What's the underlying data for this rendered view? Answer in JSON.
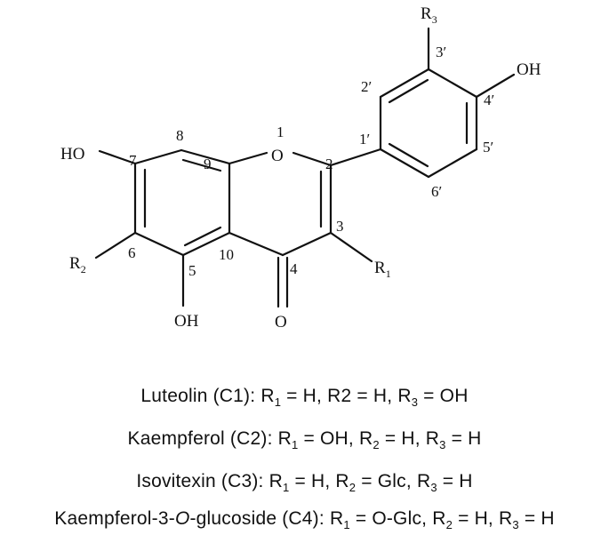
{
  "structure": {
    "atoms": {
      "ho_7": "HO",
      "o_1": "O",
      "oh_5": "OH",
      "o_4": "O",
      "oh_4p": "OH",
      "r_letter": "R",
      "r1_sub": "1",
      "r2_sub": "2",
      "r3_sub": "3"
    },
    "positions": {
      "p1": "1",
      "p2": "2",
      "p3": "3",
      "p4": "4",
      "p5": "5",
      "p6": "6",
      "p7": "7",
      "p8": "8",
      "p9": "9",
      "p10": "10",
      "p1p": "1′",
      "p2p": "2′",
      "p3p": "3′",
      "p4p": "4′",
      "p5p": "5′",
      "p6p": "6′"
    }
  },
  "compounds": [
    {
      "name": "Luteolin (C1)",
      "sep": ":",
      "r1": "R",
      "r1_sub": "1",
      "r1_val": " = H, ",
      "r2": "R2",
      "r2_sub": "",
      "r2_val": " = H, ",
      "r3": "R",
      "r3_sub": "3",
      "r3_val": " = OH"
    },
    {
      "name": "Kaempferol (C2)",
      "sep": ":",
      "r1": "R",
      "r1_sub": "1",
      "r1_val": " = OH, ",
      "r2": "R",
      "r2_sub": "2",
      "r2_val": " = H, ",
      "r3": "R",
      "r3_sub": "3",
      "r3_val": " = H"
    },
    {
      "name": "Isovitexin (C3)",
      "sep": ":",
      "r1": "R",
      "r1_sub": "1",
      "r1_val": " = H, ",
      "r2": "R",
      "r2_sub": "2",
      "r2_val": " = Glc, ",
      "r3": "R",
      "r3_sub": "3",
      "r3_val": " = H"
    },
    {
      "name_a": "Kaempferol-3-",
      "name_italic": "O",
      "name_b": "-glucoside (C4)",
      "sep": ":",
      "r1": "R",
      "r1_sub": "1",
      "r1_val": " = O-Glc, ",
      "r2": "R",
      "r2_sub": "2",
      "r2_val": " = H, ",
      "r3": "R",
      "r3_sub": "3",
      "r3_val": " = H"
    }
  ]
}
